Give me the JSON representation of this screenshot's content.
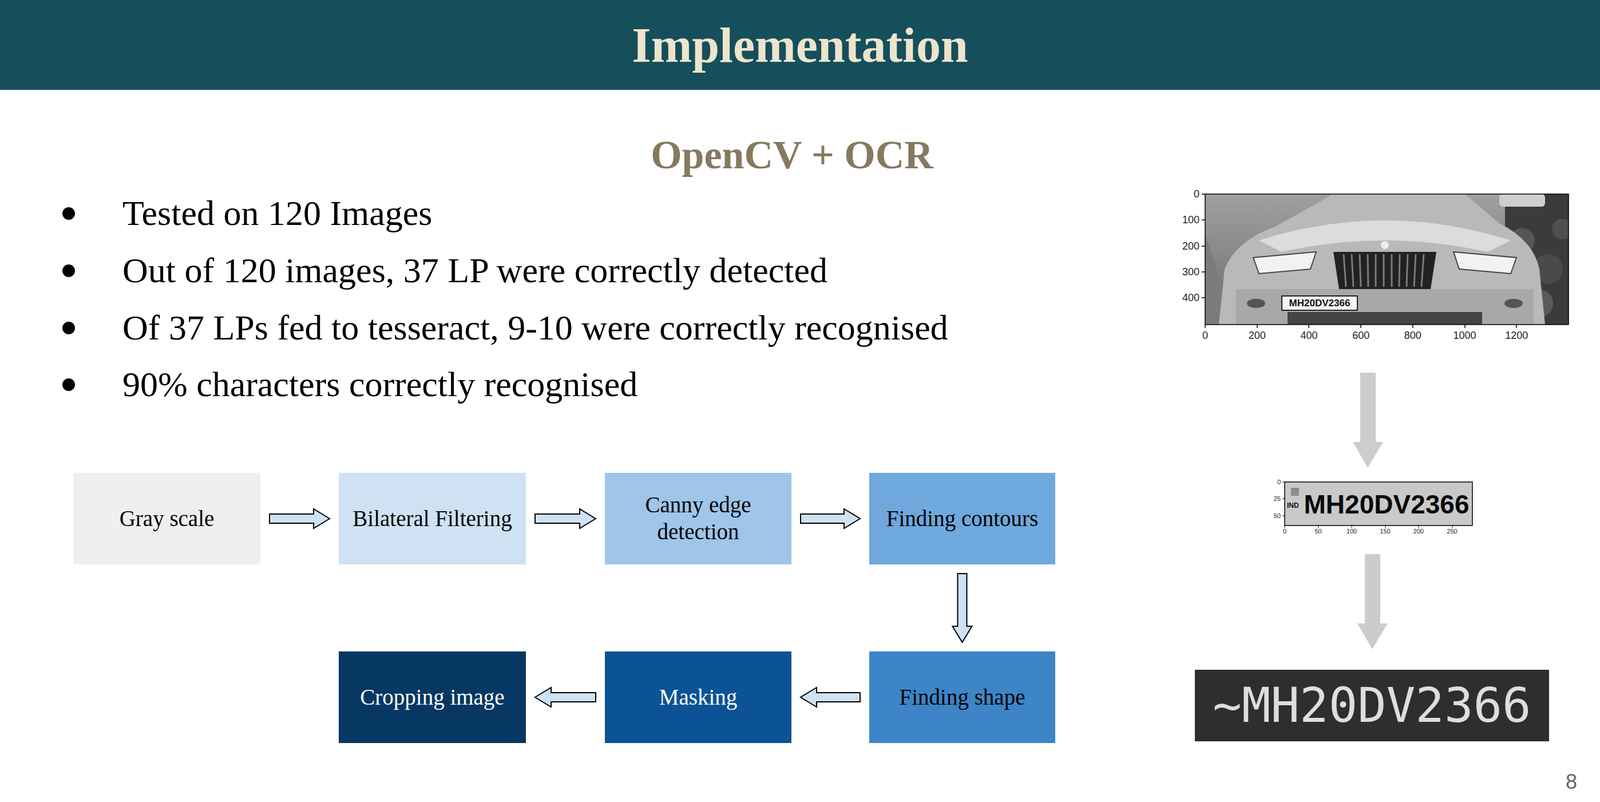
{
  "diagram": {
    "title": "Implementation",
    "nodes": [
      {
        "text": [
          "Gray scale"
        ]
      },
      {
        "text": [
          "Bilateral Filtering"
        ]
      },
      {
        "text": [
          "Canny edge detection"
        ]
      },
      {
        "text": [
          "Finding contours"
        ]
      },
      {
        "text": [
          "Finding shape"
        ]
      },
      {
        "text": [
          "Masking"
        ]
      },
      {
        "text": [
          "Cropping image"
        ]
      },
      {
        "text": [
          "~MH20DV2366"
        ]
      }
    ],
    "edges": [
      {
        "from": 0,
        "to": 1,
        "arrow": "to"
      },
      {
        "from": 1,
        "to": 2,
        "arrow": "to"
      },
      {
        "from": 2,
        "to": 3,
        "arrow": "to"
      },
      {
        "from": 3,
        "to": 4,
        "arrow": "to"
      },
      {
        "from": 4,
        "to": 5,
        "arrow": "to"
      },
      {
        "from": 5,
        "to": 6,
        "arrow": "to"
      }
    ],
    "labels": [
      "OpenCV + OCR",
      "Tested on 120 Images",
      "Out of 120 images, 37 LP were correctly detected",
      "Of 37 LPs fed to tesseract, 9-10 were correctly recognised",
      "90% characters correctly recognised",
      "0",
      "100",
      "200",
      "300",
      "400",
      "0",
      "200",
      "400",
      "600",
      "800",
      "1000",
      "1200",
      "MH20DV2366",
      "0",
      "25",
      "50",
      "0",
      "50",
      "100",
      "150",
      "200",
      "250",
      "IND",
      "MH20DV2366",
      "8"
    ]
  }
}
